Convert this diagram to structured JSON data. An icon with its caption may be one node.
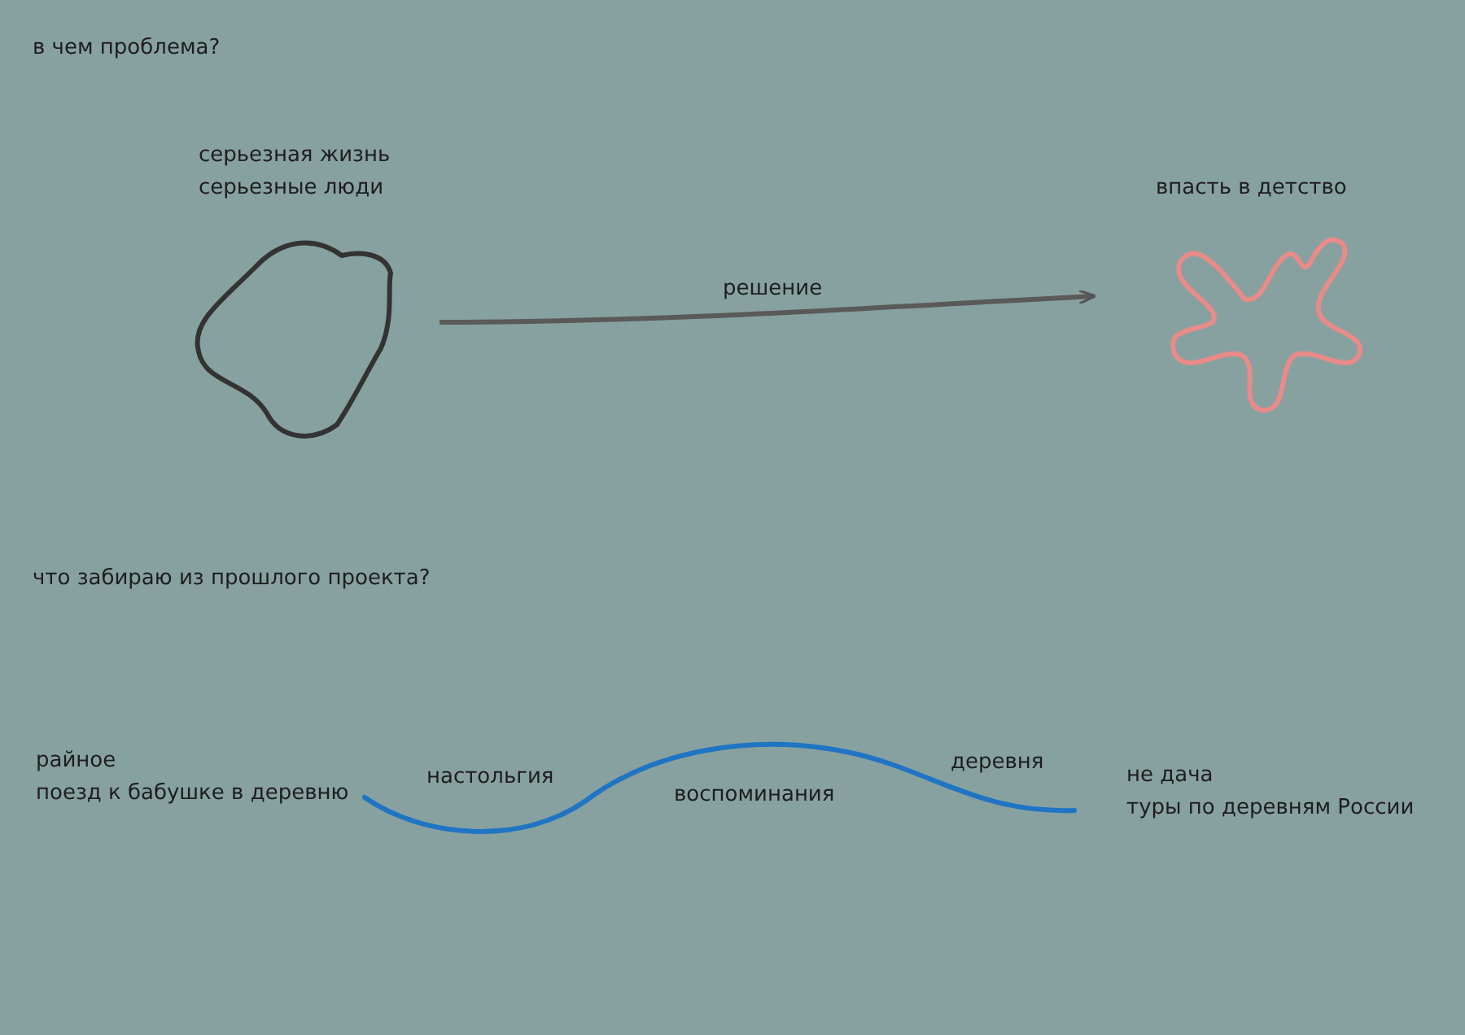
{
  "diagram": {
    "title": "в чем проблема?",
    "nodes": [
      {
        "text": [
          "серьезная жизнь",
          "серьезные люди"
        ]
      },
      {
        "text": [
          "впасть в детство"
        ]
      }
    ],
    "edges": [
      {
        "from": 0,
        "to": 1,
        "arrow": "to",
        "label": "решение"
      }
    ],
    "labels": [
      "что забираю из прошлого проекта?",
      "райное",
      "поезд к бабушке в деревню",
      "настольгия",
      "воспоминания",
      "деревня",
      "не дача",
      "туры по деревням России"
    ]
  }
}
